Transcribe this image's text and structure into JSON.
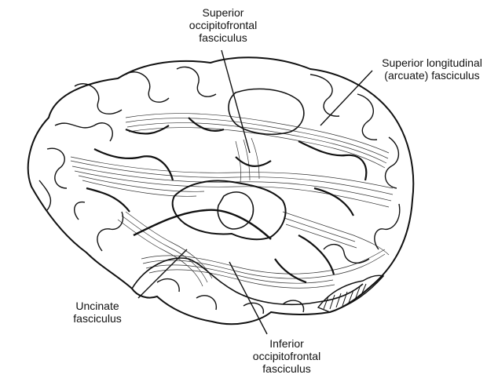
{
  "labels": {
    "superior_occipitofrontal": [
      "Superior",
      "occipitofrontal",
      "fasciculus"
    ],
    "superior_longitudinal": [
      "Superior longitudinal",
      "(arcuate) fasciculus"
    ],
    "uncinate": [
      "Uncinate",
      "fasciculus"
    ],
    "inferior_occipitofrontal": [
      "Inferior",
      "occipitofrontal",
      "fasciculus"
    ]
  },
  "colors": {
    "ink": "#111111",
    "paper": "#ffffff"
  }
}
